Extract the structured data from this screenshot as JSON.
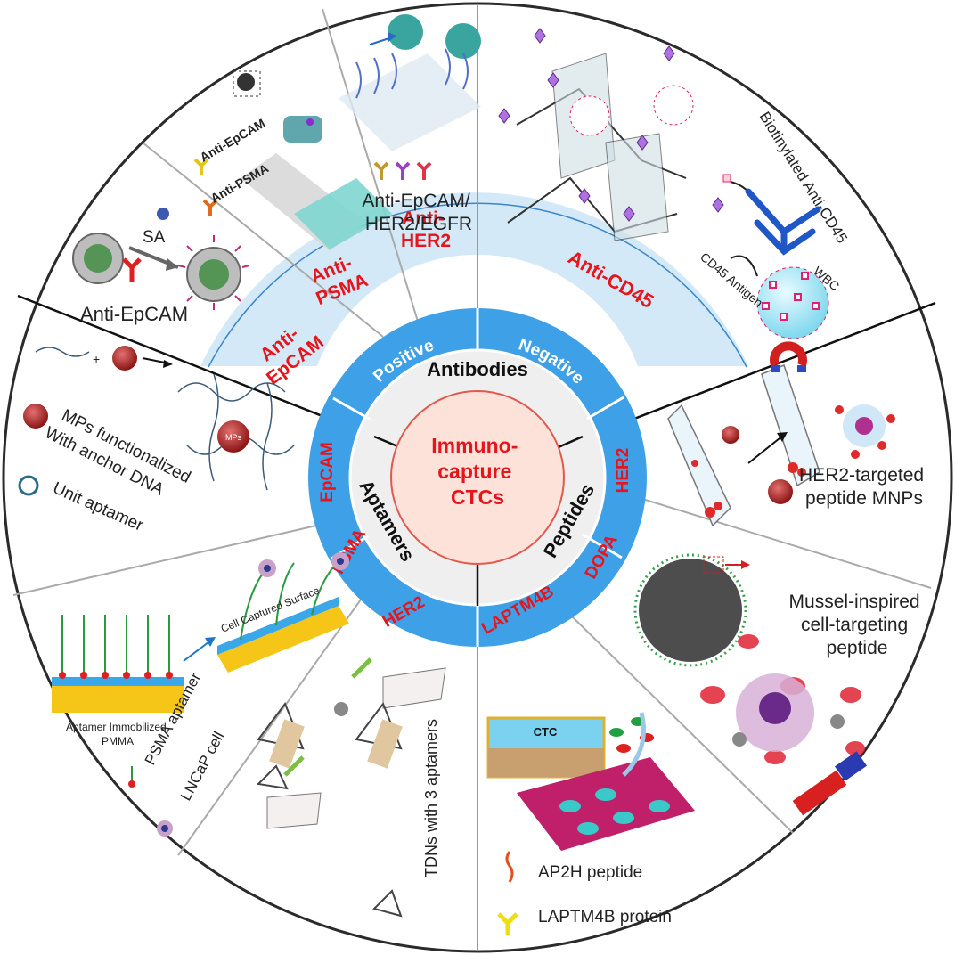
{
  "center": {
    "line1": "Immuno-",
    "line2": "capture",
    "line3": "CTCs"
  },
  "groups": {
    "antibodies": "Antibodies",
    "aptamers": "Aptamers",
    "peptides": "Peptides"
  },
  "subgroups": {
    "positive": "Positive",
    "negative": "Negative"
  },
  "targets": {
    "epcam": "EpCAM",
    "psma": "PSMA",
    "her2_apt": "HER2",
    "her2_pep": "HER2",
    "dopa": "DOPA",
    "laptm4b": "LAPTM4B",
    "anti_epcam_1": "Anti-",
    "anti_epcam_2": "EpCAM",
    "anti_psma_1": "Anti-",
    "anti_psma_2": "PSMA",
    "anti_her2_1": "Anti-",
    "anti_her2_2": "HER2",
    "anti_cd45": "Anti-CD45"
  },
  "panels": {
    "antiepcam": {
      "sa": "SA",
      "label": "Anti-EpCAM"
    },
    "antipsma": {
      "l1": "Anti-EpCAM",
      "l2": "Anti-PSMA"
    },
    "antiher2": {
      "l1": "Anti-EpCAM/",
      "l2": "HER2/EGFR"
    },
    "cd45": {
      "biotin": "Biotinylated Anti-CD45",
      "antigen": "CD45 Antigen",
      "wbc": "WBC"
    },
    "her2pep": {
      "l1": "HER2-targeted",
      "l2": "peptide MNPs"
    },
    "dopa": {
      "l1": "Mussel-inspired",
      "l2": "cell-targeting",
      "l3": "peptide"
    },
    "laptm4b": {
      "ctc": "CTC",
      "l1": "AP2H peptide",
      "l2": "LAPTM4B protein"
    },
    "tdn": {
      "label": "TDNs with 3 aptamers"
    },
    "psma_apt": {
      "surface": "Cell Captured Surface",
      "immob1": "Aptamer Immobilized",
      "immob2": "PMMA",
      "l1": "PSMA aptamer",
      "l2": "LNCaP cell"
    },
    "epcam_apt": {
      "mps": "MPs",
      "l1": "MPs functionalized",
      "l2": "With anchor DNA",
      "l3": "Unit aptamer"
    }
  },
  "colors": {
    "red": "#e8141b",
    "blue": "#3ea0e6",
    "lightblue": "#d3e9f7",
    "center": "#fde2da"
  }
}
